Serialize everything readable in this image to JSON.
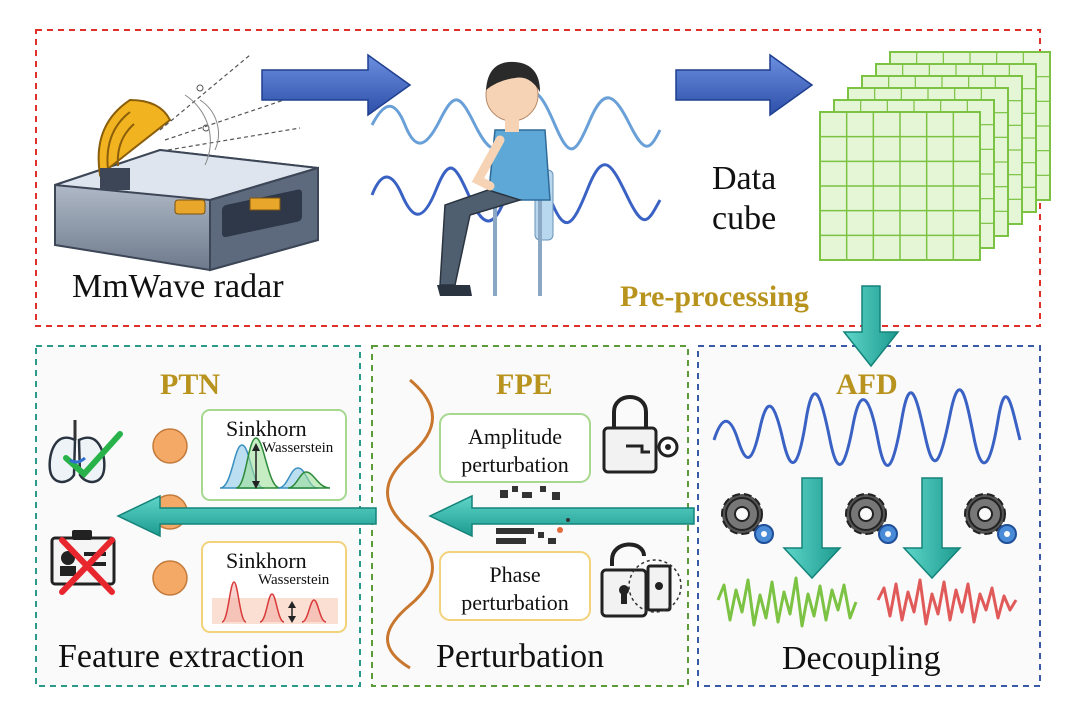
{
  "top": {
    "radar_label": "MmWave radar",
    "cube_label_line1": "Data",
    "cube_label_line2": "cube",
    "preprocessing_label": "Pre-processing"
  },
  "ptn": {
    "title": "PTN",
    "card1_title": "Sinkhorn",
    "card1_sub": "Wasserstein",
    "card2_title": "Sinkhorn",
    "card2_sub": "Wasserstein",
    "footer": "Feature extraction"
  },
  "fpe": {
    "title": "FPE",
    "amp_line1": "Amplitude",
    "amp_line2": "perturbation",
    "phase_line1": "Phase",
    "phase_line2": "perturbation",
    "footer": "Perturbation"
  },
  "afd": {
    "title": "AFD",
    "footer": "Decoupling"
  },
  "colors": {
    "top_border": "#e0302a",
    "ptn_border": "#2a9a8a",
    "fpe_border": "#5c9a3a",
    "afd_border": "#3a5aa8",
    "gold": "#b8941f",
    "teal_arrow": "#2bb3a8",
    "blue_arrow": "#3a62c4",
    "green_signal": "#7cc243",
    "red_signal": "#e05a5a"
  }
}
